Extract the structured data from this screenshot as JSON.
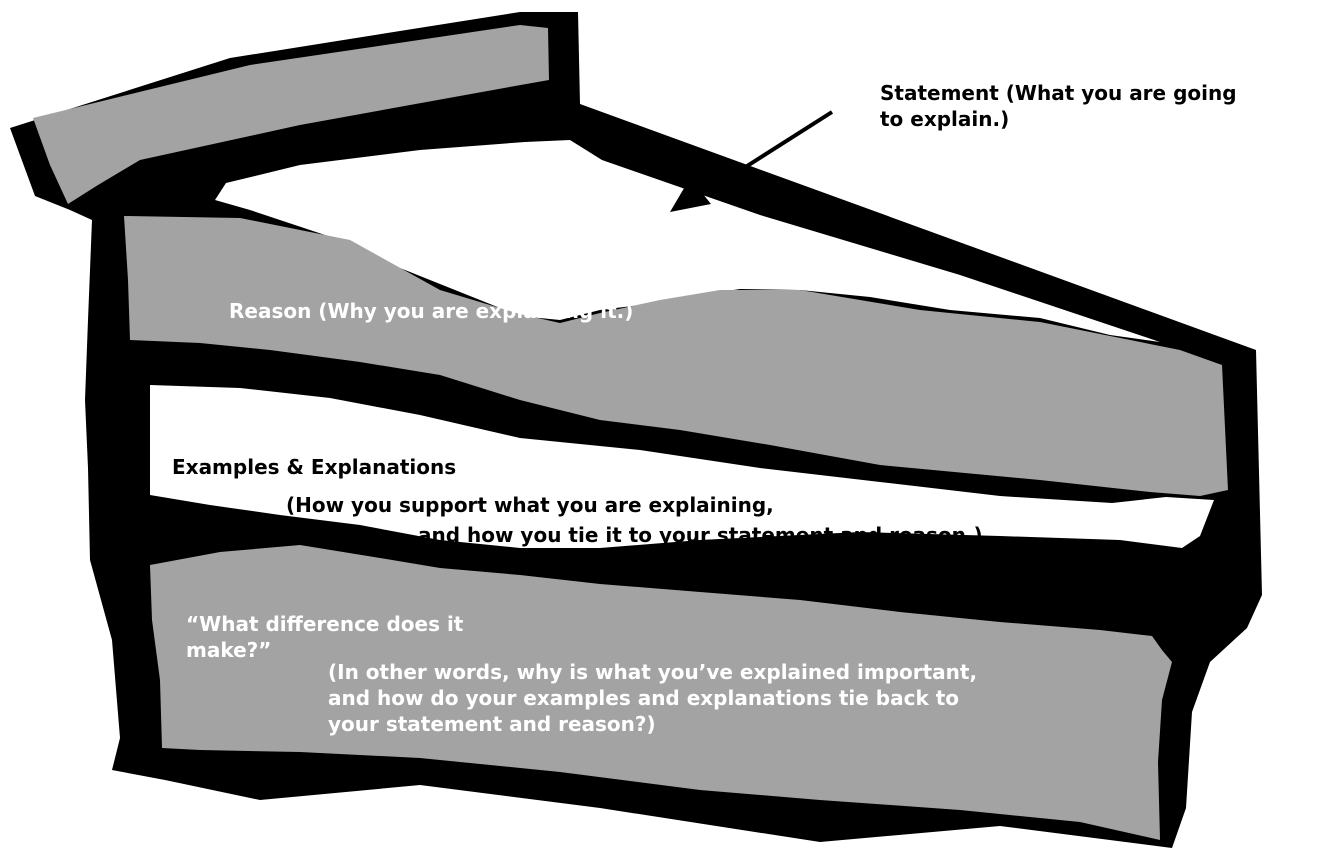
{
  "colors": {
    "outline": "#000000",
    "frosting_layer": "#ffffff",
    "cake_layer": "#a3a3a3",
    "light_text": "#ffffff",
    "dark_text": "#000000"
  },
  "labels": {
    "statement": [
      "Statement (What you are going",
      "to explain.)"
    ],
    "reason": "Reason (Why you are explaining it.)",
    "examples_title": "Examples & Explanations",
    "examples_detail": [
      "(How you support what you are explaining,",
      "and how you tie it to your statement and reason.)"
    ],
    "difference_title": [
      "“What difference does it",
      "make?”"
    ],
    "difference_detail": [
      "(In other words, why is what you’ve explained important,",
      "and how do your examples and explanations tie back to",
      "your statement and reason?)"
    ]
  }
}
